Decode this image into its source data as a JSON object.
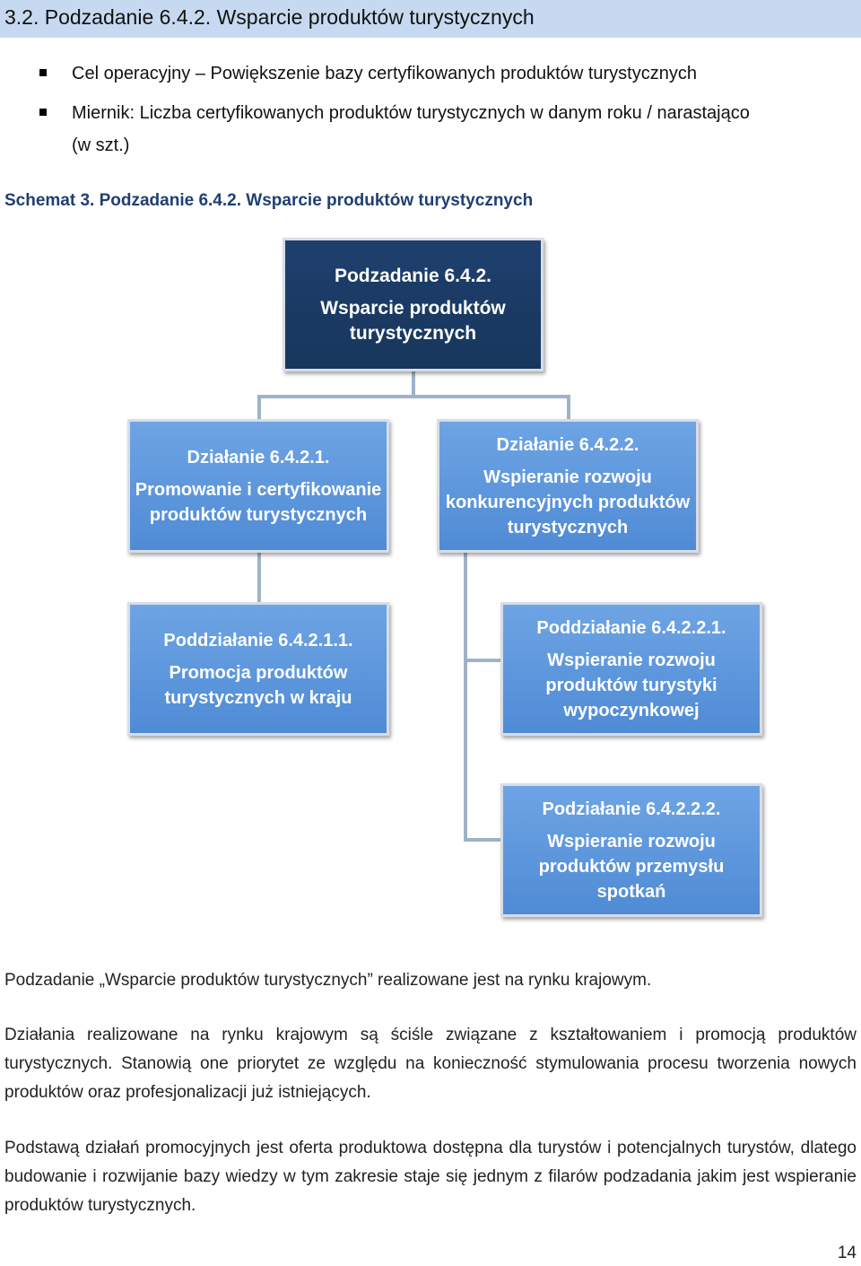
{
  "heading": "3.2. Podzadanie 6.4.2. Wsparcie produktów turystycznych",
  "bullets": [
    "Cel operacyjny – Powiększenie bazy certyfikowanych produktów turystycznych",
    "Miernik: Liczba certyfikowanych produktów turystycznych w danym roku / narastająco (w szt.)"
  ],
  "caption": "Schemat 3. Podzadanie 6.4.2. Wsparcie produktów turystycznych",
  "diagram": {
    "root": {
      "title": "Podzadanie 6.4.2.",
      "name": "Wsparcie produktów turystycznych"
    },
    "action1": {
      "title": "Działanie 6.4.2.1.",
      "name": "Promowanie i certyfikowanie produktów turystycznych"
    },
    "action2": {
      "title": "Działanie 6.4.2.2.",
      "name": "Wspieranie rozwoju konkurencyjnych produktów turystycznych"
    },
    "sub1": {
      "title": "Poddziałanie 6.4.2.1.1.",
      "name": "Promocja produktów turystycznych w kraju"
    },
    "sub2": {
      "title": "Poddziałanie 6.4.2.2.1.",
      "name": "Wspieranie rozwoju produktów turystyki wypoczynkowej"
    },
    "sub3": {
      "title": "Podziałanie 6.4.2.2.2.",
      "name": "Wspieranie rozwoju produktów przemysłu spotkań"
    }
  },
  "paragraphs": [
    "Podzadanie „Wsparcie produktów turystycznych” realizowane jest na rynku krajowym.",
    "Działania realizowane na rynku krajowym są ściśle związane z kształtowaniem i promocją produktów turystycznych. Stanowią one priorytet ze względu na konieczność stymulowania procesu tworzenia nowych produktów oraz profesjonalizacji już istniejących.",
    "Podstawą działań promocyjnych jest oferta produktowa dostępna dla turystów i potencjalnych turystów, dlatego budowanie i rozwijanie bazy wiedzy w tym zakresie staje się jednym z filarów podzadania jakim jest wspieranie produktów turystycznych."
  ],
  "page_number": "14"
}
